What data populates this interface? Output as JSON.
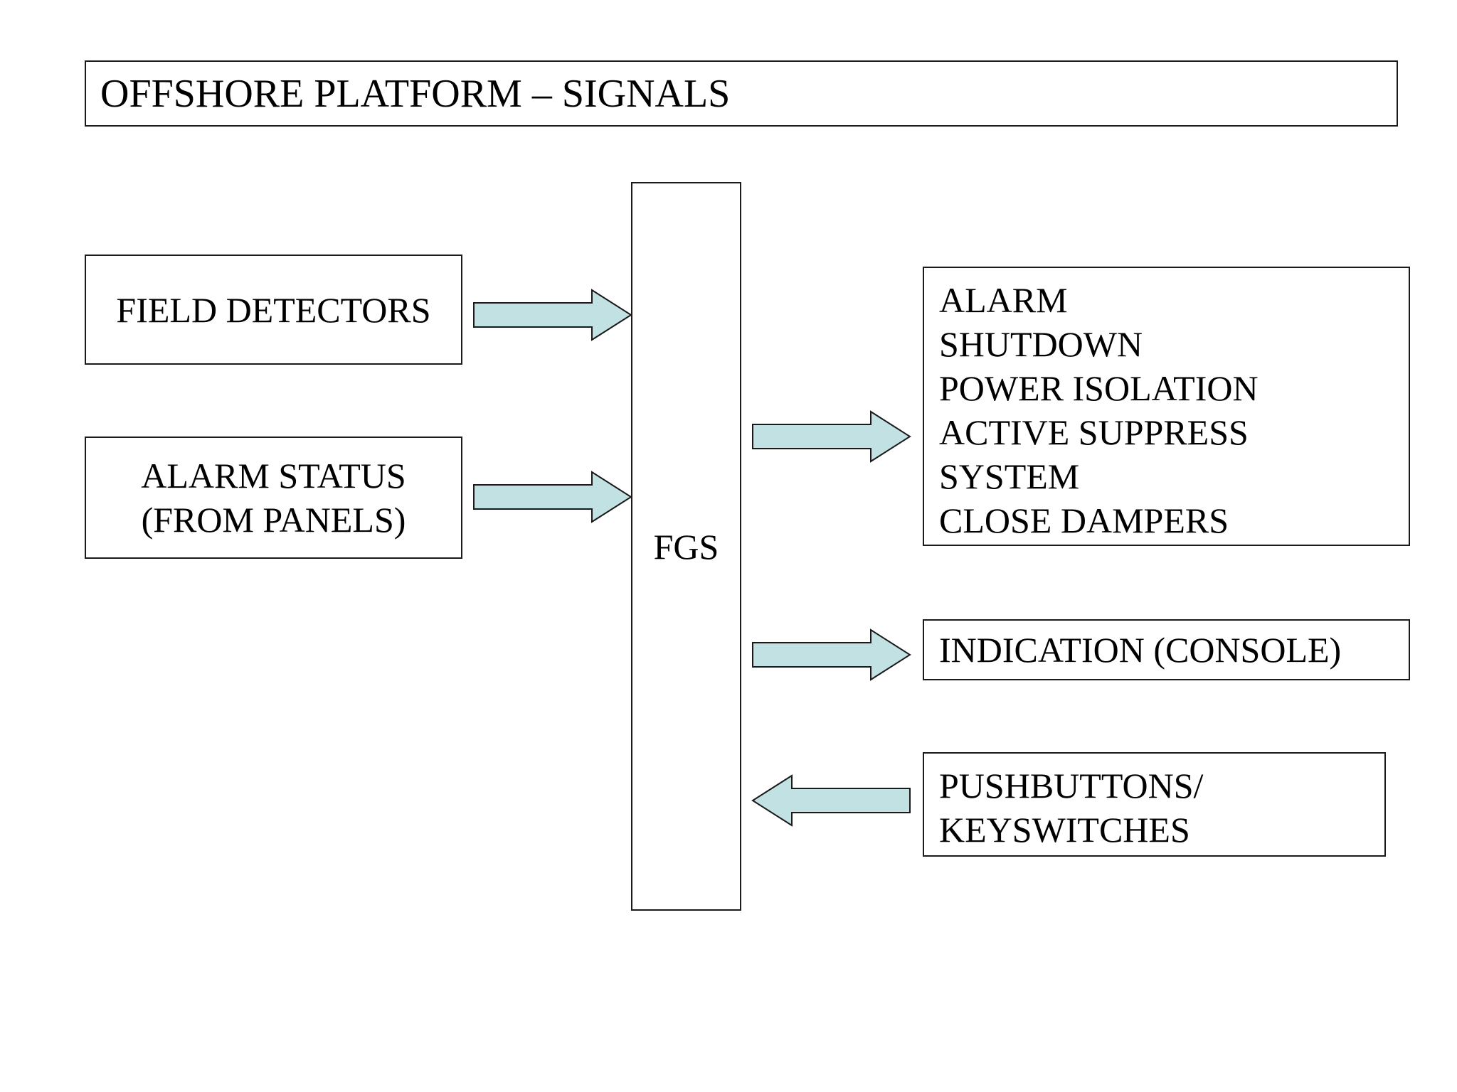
{
  "title": "OFFSHORE PLATFORM – SIGNALS",
  "inputs": {
    "field_detectors": "FIELD DETECTORS",
    "alarm_status_line1": "ALARM STATUS",
    "alarm_status_line2": "(FROM PANELS)"
  },
  "center": {
    "label": "FGS"
  },
  "outputs": {
    "actions": [
      "ALARM",
      "SHUTDOWN",
      "POWER ISOLATION",
      "ACTIVE SUPPRESS",
      "SYSTEM",
      "CLOSE DAMPERS"
    ],
    "indication": "INDICATION (CONSOLE)",
    "pushbuttons_line1": "PUSHBUTTONS/",
    "pushbuttons_line2": "KEYSWITCHES"
  },
  "colors": {
    "arrow_fill": "#c2e1e3",
    "border": "#1a1a1a"
  }
}
